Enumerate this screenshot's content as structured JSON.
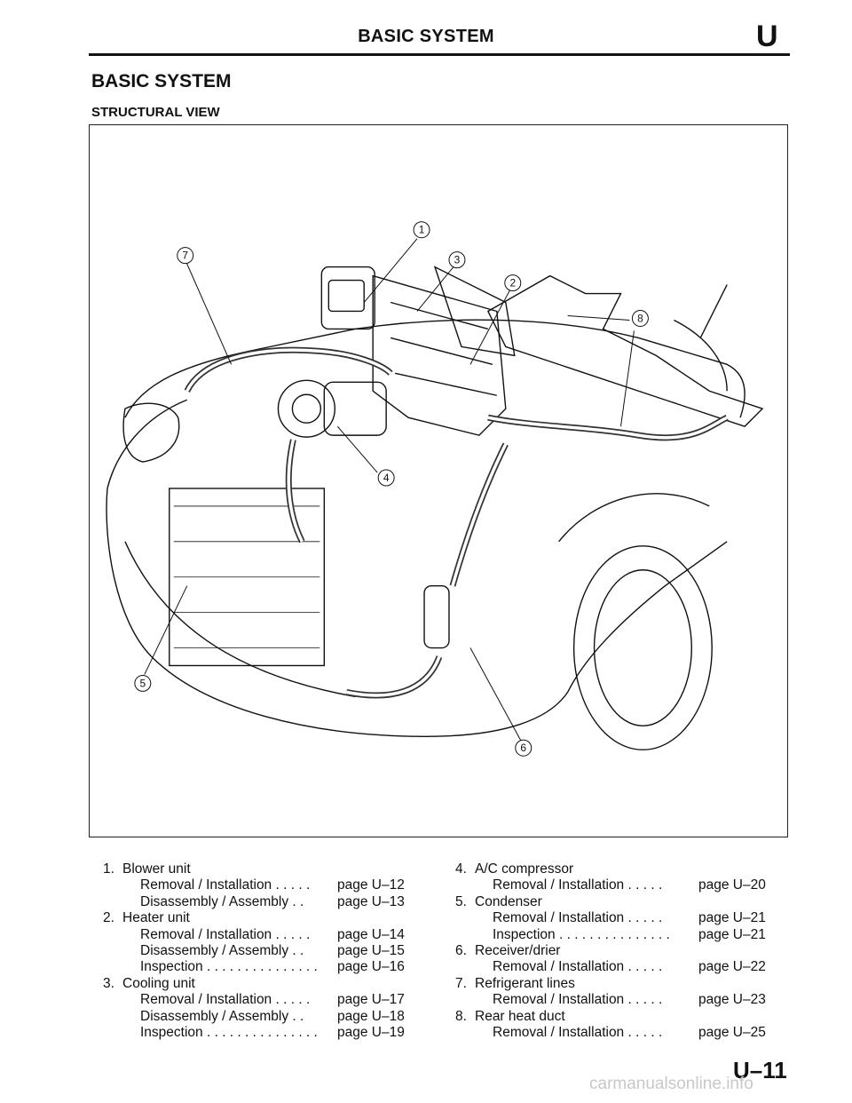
{
  "header": {
    "title": "BASIC SYSTEM",
    "section_letter": "U"
  },
  "heading": "BASIC SYSTEM",
  "subheading": "STRUCTURAL VIEW",
  "figure": {
    "callouts": [
      {
        "label": "1"
      },
      {
        "label": "2"
      },
      {
        "label": "3"
      },
      {
        "label": "4"
      },
      {
        "label": "5"
      },
      {
        "label": "6"
      },
      {
        "label": "7"
      },
      {
        "label": "8"
      }
    ]
  },
  "left_items": [
    {
      "num": "1.",
      "title": "Blower unit",
      "subs": [
        {
          "label": "Removal / Installation . . . . .",
          "page": "page U–12"
        },
        {
          "label": "Disassembly / Assembly . .",
          "page": "page U–13"
        }
      ]
    },
    {
      "num": "2.",
      "title": "Heater unit",
      "subs": [
        {
          "label": "Removal / Installation . . . . .",
          "page": "page U–14"
        },
        {
          "label": "Disassembly / Assembly . .",
          "page": "page U–15"
        },
        {
          "label": "Inspection . . . . . . . . . . . . . . .",
          "page": "page U–16"
        }
      ]
    },
    {
      "num": "3.",
      "title": "Cooling unit",
      "subs": [
        {
          "label": "Removal / Installation . . . . .",
          "page": "page U–17"
        },
        {
          "label": "Disassembly / Assembly . .",
          "page": "page U–18"
        },
        {
          "label": "Inspection . . . . . . . . . . . . . . .",
          "page": "page U–19"
        }
      ]
    }
  ],
  "right_items": [
    {
      "num": "4.",
      "title": "A/C compressor",
      "subs": [
        {
          "label": "Removal / Installation . . . . .",
          "page": "page U–20"
        }
      ]
    },
    {
      "num": "5.",
      "title": "Condenser",
      "subs": [
        {
          "label": "Removal / Installation . . . . .",
          "page": "page U–21"
        },
        {
          "label": "Inspection . . . . . . . . . . . . . . .",
          "page": "page U–21"
        }
      ]
    },
    {
      "num": "6.",
      "title": "Receiver/drier",
      "subs": [
        {
          "label": "Removal / Installation . . . . .",
          "page": "page U–22"
        }
      ]
    },
    {
      "num": "7.",
      "title": "Refrigerant lines",
      "subs": [
        {
          "label": "Removal / Installation . . . . .",
          "page": "page U–23"
        }
      ]
    },
    {
      "num": "8.",
      "title": "Rear heat duct",
      "subs": [
        {
          "label": "Removal / Installation . . . . .",
          "page": "page U–25"
        }
      ]
    }
  ],
  "page_number": "U–11",
  "watermark": "carmanualsonline.info"
}
